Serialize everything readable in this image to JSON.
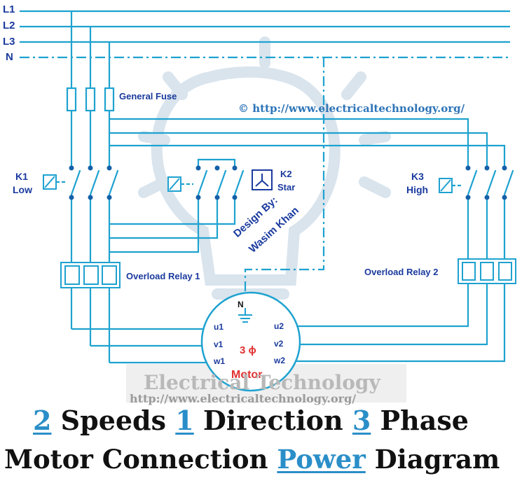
{
  "lines": {
    "l1": "L1",
    "l2": "L2",
    "l3": "L3",
    "n": "N"
  },
  "fuse_label": "General Fuse",
  "watermark_url": "© http://www.electricaltechnology.org/",
  "k1": {
    "name": "K1",
    "desc": "Low"
  },
  "k2": {
    "name": "K2",
    "desc": "Star"
  },
  "k3": {
    "name": "K3",
    "desc": "High"
  },
  "design_credit": {
    "line1": "Design By:",
    "line2": "Wasim Khan"
  },
  "overload_relay_1": "Overload Relay 1",
  "overload_relay_2": "Overload Relay 2",
  "motor": {
    "neutral": "N",
    "u1": "u1",
    "v1": "v1",
    "w1": "w1",
    "u2": "u2",
    "v2": "v2",
    "w2": "w2",
    "phase": "3 ϕ",
    "label": "Motor"
  },
  "bottom_watermark": {
    "brand": "Electrical Technology",
    "url": "http://www.electricaltechnology.org/"
  },
  "title": {
    "line1": {
      "n1": "2",
      "t1": " Speeds ",
      "n2": "1",
      "t2": " Direction ",
      "n3": "3",
      "t3": " Phase"
    },
    "line2": {
      "t1": "Motor Connection ",
      "hl": "Power",
      "t2": " Diagram"
    }
  },
  "colors": {
    "wire": "#1ea2d0",
    "label": "#1a3a9e",
    "dot": "#1560a8",
    "motor_text": "#e03030",
    "accent": "#2a8ec8"
  }
}
